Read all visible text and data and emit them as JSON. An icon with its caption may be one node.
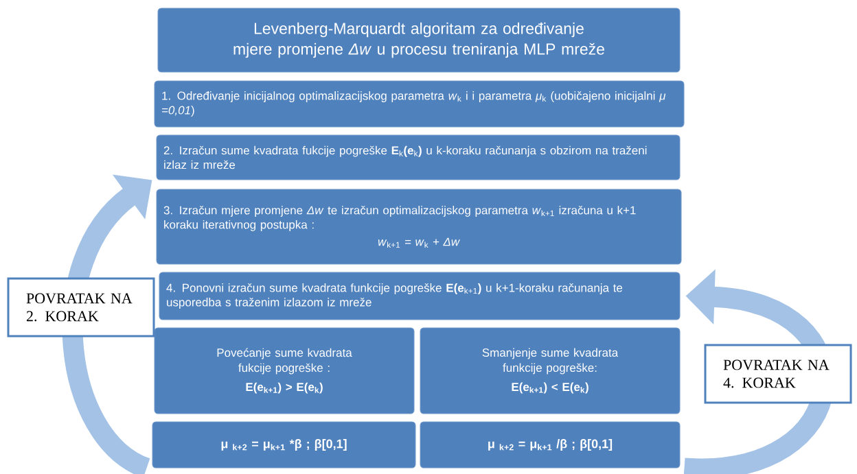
{
  "diagram": {
    "nodes": [
      {
        "text": [
          "Levenberg-Marquardt algoritam za određivanje mjere promjene *Δw* u procesu treniranja MLP mreže"
        ]
      },
      {
        "text": [
          "1. Određivanje inicijalnog optimalizacijskog parametra *w*$_{k}$ i i parametra *μ*$_{k}$ (uobičajeno inicijalni *μ =0,01*)"
        ]
      },
      {
        "text": [
          "2. Izračun sume kvadrata fukcije pogreške **E**$_{k}$**(e**$_{k}$**)** u k-koraku računanja s obzirom na traženi izlaz iz mreže"
        ]
      },
      {
        "text": [
          "3. Izračun mjere promjene *Δw* te izračun optimalizacijskog parametra *w*$_{k+1}$ izračuna u k+1 koraku iterativnog postupka :",
          "*w*$_{k+1}$ *= w*$_{k}$ *+ Δw*"
        ]
      },
      {
        "text": [
          "4. Ponovni izračun sume kvadrata funkcije pogreške **E(e**$_{k+1}$**)** u k+1-koraku računanja te usporedba s traženim izlazom iz mreže"
        ]
      },
      {
        "text": [
          "Povećanje sume kvadrata fukcije pogreške :",
          "E(e$_{k+1}$) > E(e$_{k}$)"
        ]
      },
      {
        "text": [
          "Smanjenje sume kvadrata funkcije pogreške:",
          "E(e$_{k+1}$) < E(e$_{k}$)"
        ]
      },
      {
        "text": [
          "μ $_{k+2}$ = μ$_{k+1}$ *β ; β[0,1]"
        ]
      },
      {
        "text": [
          "μ $_{k+2}$ = μ$_{k+1}$ /β ; β[0,1]"
        ]
      }
    ],
    "edges": [
      {
        "from": 7,
        "to": 2,
        "arrow": "to",
        "label": "POVRATAK NA 2. KORAK"
      },
      {
        "from": 8,
        "to": 4,
        "arrow": "to",
        "label": "POVRATAK NA 4. KORAK"
      }
    ]
  }
}
